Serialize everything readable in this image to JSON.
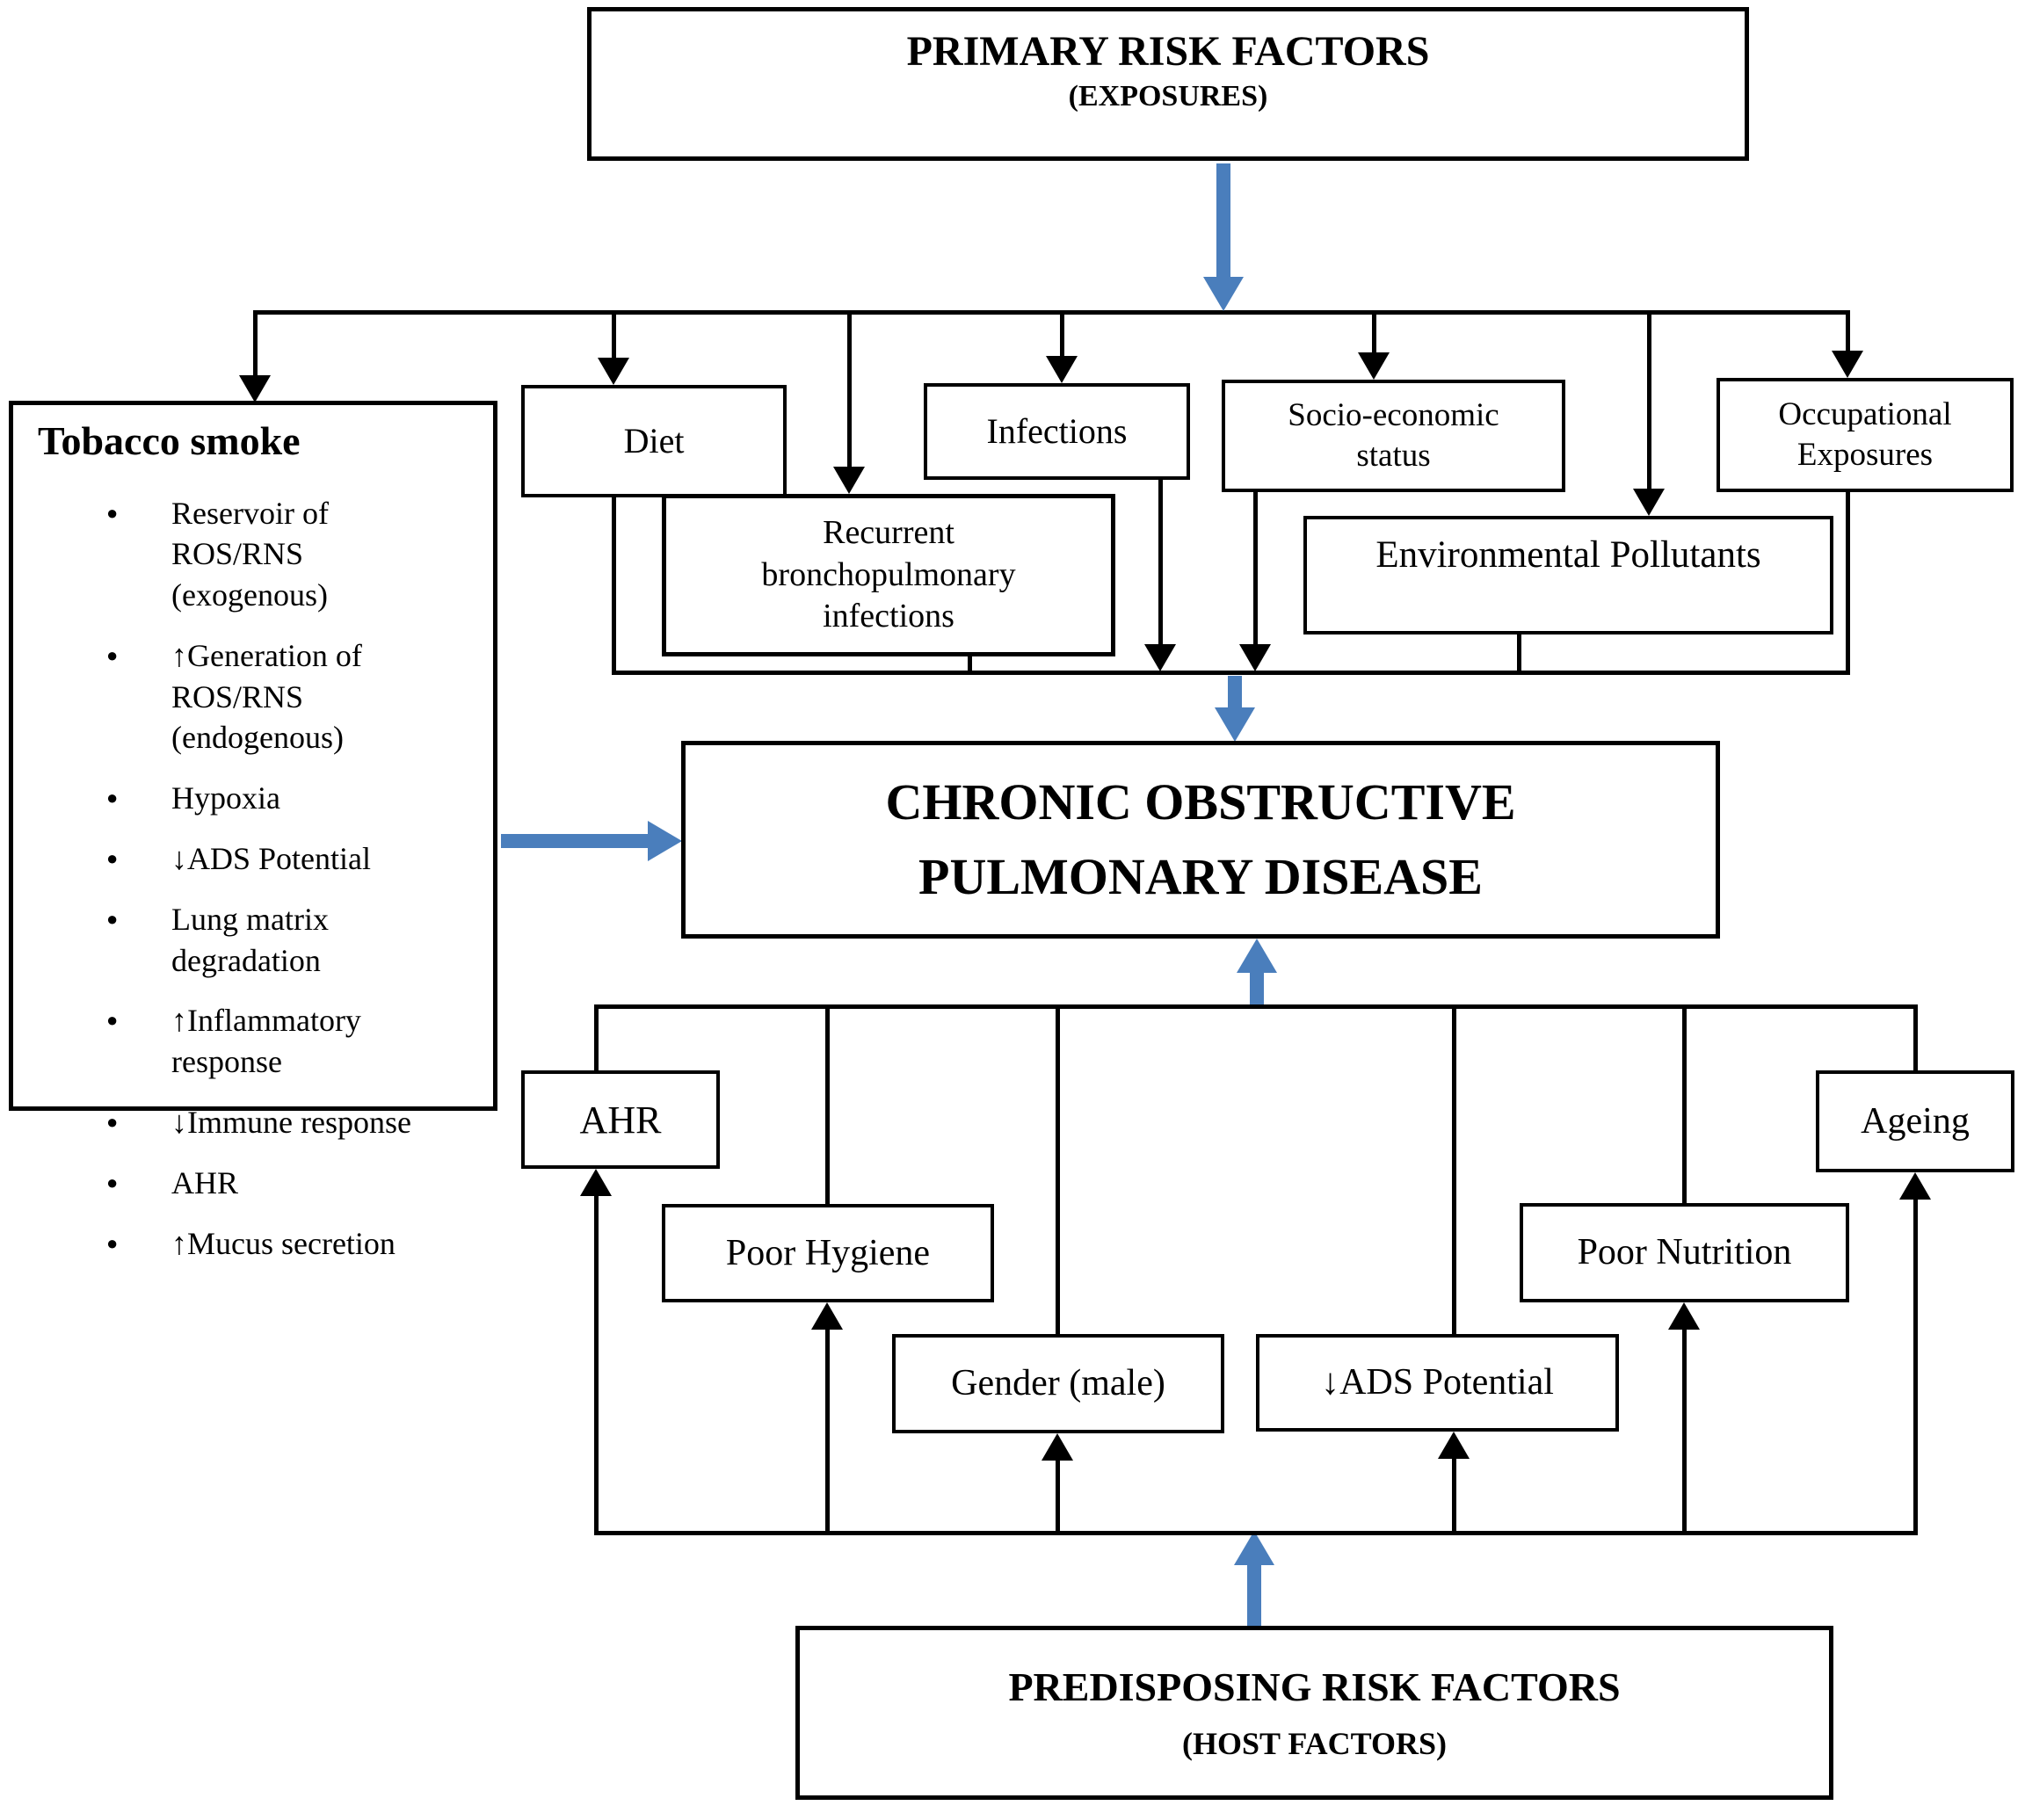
{
  "diagram": {
    "background": "#ffffff",
    "line_color": "#000000",
    "accent_blue": "#4a7ebc",
    "nodes": {
      "primary": {
        "title": "PRIMARY RISK FACTORS",
        "subtitle": "(EXPOSURES)"
      },
      "tobacco": {
        "title": "Tobacco smoke",
        "items": [
          "Reservoir of ROS/RNS (exogenous)",
          "↑Generation of ROS/RNS (endogenous)",
          "Hypoxia",
          "↓ADS Potential",
          "Lung matrix degradation",
          "↑Inflammatory response",
          "↓Immune response",
          "AHR",
          "↑Mucus secretion"
        ]
      },
      "diet": {
        "label": "Diet"
      },
      "infections": {
        "label": "Infections"
      },
      "socio": {
        "lines": [
          "Socio-economic",
          "status"
        ]
      },
      "occupational": {
        "lines": [
          "Occupational",
          "Exposures"
        ]
      },
      "recurrent": {
        "lines": [
          "Recurrent",
          "bronchopulmonary",
          "infections"
        ]
      },
      "environmental": {
        "label": "Environmental Pollutants"
      },
      "copd": {
        "lines": [
          "CHRONIC OBSTRUCTIVE",
          "PULMONARY DISEASE"
        ]
      },
      "ahr": {
        "label": "AHR"
      },
      "poor_hygiene": {
        "label": "Poor Hygiene"
      },
      "gender": {
        "label": "Gender (male)"
      },
      "ads": {
        "label": "↓ADS Potential"
      },
      "poor_nutrition": {
        "label": "Poor Nutrition"
      },
      "ageing": {
        "label": "Ageing"
      },
      "predisposing": {
        "title": "PREDISPOSING RISK FACTORS",
        "subtitle": "(HOST FACTORS)"
      }
    },
    "edges": [
      {
        "from": "primary",
        "to": "exposures-branch",
        "arrow": "blue"
      },
      {
        "from": "exposures-branch",
        "to": "tobacco",
        "arrow": "black"
      },
      {
        "from": "exposures-branch",
        "to": "diet",
        "arrow": "black"
      },
      {
        "from": "exposures-branch",
        "to": "recurrent",
        "arrow": "black"
      },
      {
        "from": "exposures-branch",
        "to": "infections",
        "arrow": "black"
      },
      {
        "from": "exposures-branch",
        "to": "socio",
        "arrow": "black"
      },
      {
        "from": "exposures-branch",
        "to": "environmental",
        "arrow": "black"
      },
      {
        "from": "exposures-branch",
        "to": "occupational",
        "arrow": "black"
      },
      {
        "from": "diet",
        "to": "exposures-collector",
        "arrow": "none"
      },
      {
        "from": "recurrent",
        "to": "exposures-collector",
        "arrow": "none"
      },
      {
        "from": "infections",
        "to": "exposures-collector",
        "arrow": "black"
      },
      {
        "from": "socio",
        "to": "exposures-collector",
        "arrow": "black"
      },
      {
        "from": "environmental",
        "to": "exposures-collector",
        "arrow": "none"
      },
      {
        "from": "occupational",
        "to": "exposures-collector",
        "arrow": "none"
      },
      {
        "from": "exposures-collector",
        "to": "copd",
        "arrow": "blue"
      },
      {
        "from": "tobacco",
        "to": "copd",
        "arrow": "blue"
      },
      {
        "from": "host-branch",
        "to": "copd",
        "arrow": "blue"
      },
      {
        "from": "host-branch",
        "to": "ahr",
        "arrow": "none"
      },
      {
        "from": "host-branch",
        "to": "poor_hygiene",
        "arrow": "none"
      },
      {
        "from": "host-branch",
        "to": "gender",
        "arrow": "none"
      },
      {
        "from": "host-branch",
        "to": "ads",
        "arrow": "none"
      },
      {
        "from": "host-branch",
        "to": "poor_nutrition",
        "arrow": "none"
      },
      {
        "from": "host-branch",
        "to": "ageing",
        "arrow": "none"
      },
      {
        "from": "host-bottom-line",
        "to": "ahr",
        "arrow": "black"
      },
      {
        "from": "host-bottom-line",
        "to": "poor_hygiene",
        "arrow": "black"
      },
      {
        "from": "host-bottom-line",
        "to": "gender",
        "arrow": "black"
      },
      {
        "from": "host-bottom-line",
        "to": "ads",
        "arrow": "black"
      },
      {
        "from": "host-bottom-line",
        "to": "poor_nutrition",
        "arrow": "black"
      },
      {
        "from": "host-bottom-line",
        "to": "ageing",
        "arrow": "black"
      },
      {
        "from": "predisposing",
        "to": "host-bottom-line",
        "arrow": "blue"
      }
    ]
  }
}
